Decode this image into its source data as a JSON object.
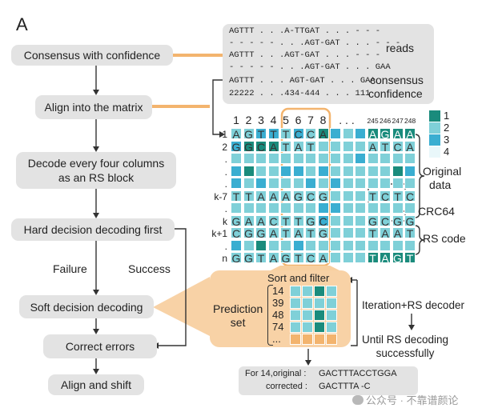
{
  "panel_label": "A",
  "steps": {
    "consensus": "Consensus with confidence",
    "align": "Align into the matrix",
    "decode_line1": "Decode every four columns",
    "decode_line2": "as an RS block",
    "hard": "Hard decision decoding first",
    "soft": "Soft decision decoding",
    "correct": "Correct errors",
    "shift": "Align and shift"
  },
  "branch": {
    "failure": "Failure",
    "success": "Success"
  },
  "reads_box": {
    "reads": [
      "AGTTT . . .A-TTGAT . . . - - -",
      "- - - - - . . .AGT-GAT . . . - - -",
      "AGTTT . . .AGT-GAT . . . - - -",
      "- - - - - . . .AGT-GAT . . . GAA"
    ],
    "reads_label": "reads",
    "consensus_seq": "AGTTT . . . AGT-GAT . . . GAA",
    "consensus_label": "consensus",
    "confidence_seq": "22222 . . .434-444 . . . 111",
    "confidence_label": "confidence"
  },
  "matrix": {
    "col_numbers": [
      "1",
      "2",
      "3",
      "4",
      "5",
      "6",
      "7",
      "8"
    ],
    "col_dots": ". . .",
    "col_numbers_right": [
      "245",
      "246",
      "247",
      "248"
    ],
    "row_labels": [
      "1",
      "2",
      ".",
      ".",
      ".",
      "k-7",
      ".",
      "k",
      "k+1",
      ".",
      "n"
    ],
    "rows": [
      {
        "left": "AGTTTCCA",
        "right": "AGAA",
        "left_levels": [
          2,
          2,
          3,
          3,
          2,
          3,
          2,
          1
        ],
        "right_levels": [
          1,
          1,
          1,
          1
        ]
      },
      {
        "left": "GGCATAT",
        "right": "ATCA",
        "left_levels": [
          3,
          1,
          1,
          1,
          2,
          2,
          2,
          2
        ],
        "right_levels": [
          2,
          2,
          2,
          2
        ]
      },
      {
        "left": "",
        "right": "",
        "left_levels": [
          2,
          2,
          2,
          2,
          2,
          2,
          2,
          2
        ],
        "right_levels": [
          2,
          2,
          2,
          2
        ]
      },
      {
        "left": "",
        "right": "",
        "left_levels": [
          3,
          1,
          2,
          2,
          3,
          3,
          2,
          3
        ],
        "right_levels": [
          2,
          2,
          1,
          3
        ]
      },
      {
        "left": "",
        "right": "",
        "left_levels": [
          3,
          2,
          3,
          2,
          2,
          2,
          3,
          2
        ],
        "right_levels": [
          2,
          2,
          2,
          2
        ]
      },
      {
        "left": "TTAAAGCG",
        "right": "TCTC",
        "left_levels": [
          2,
          2,
          2,
          2,
          2,
          2,
          2,
          2
        ],
        "right_levels": [
          2,
          2,
          2,
          2
        ]
      },
      {
        "left": "",
        "right": "",
        "left_levels": [
          2,
          2,
          2,
          2,
          2,
          2,
          2,
          3
        ],
        "right_levels": [
          2,
          2,
          2,
          2
        ]
      },
      {
        "left": "GAACTTGC",
        "right": "GCGG",
        "left_levels": [
          2,
          2,
          2,
          2,
          2,
          2,
          2,
          3
        ],
        "right_levels": [
          2,
          2,
          2,
          2
        ]
      },
      {
        "left": "CGGATATG",
        "right": "TAAT",
        "left_levels": [
          2,
          2,
          2,
          2,
          2,
          2,
          2,
          2
        ],
        "right_levels": [
          2,
          2,
          2,
          2
        ]
      },
      {
        "left": "",
        "right": "",
        "left_levels": [
          3,
          2,
          1,
          2,
          2,
          3,
          2,
          2
        ],
        "right_levels": [
          2,
          2,
          2,
          2
        ]
      },
      {
        "left": "GGTAGTCA",
        "right": "TAGT",
        "left_levels": [
          2,
          2,
          2,
          2,
          2,
          2,
          2,
          2
        ],
        "right_levels": [
          1,
          1,
          1,
          1
        ]
      }
    ],
    "mid_levels": [
      [
        3,
        2,
        3,
        3
      ],
      [
        2,
        2,
        2,
        2
      ],
      [
        2,
        2,
        3,
        2
      ],
      [
        2,
        2,
        2,
        2
      ],
      [
        3,
        2,
        2,
        2
      ],
      [
        2,
        2,
        2,
        2
      ],
      [
        3,
        2,
        2,
        2
      ],
      [
        2,
        2,
        2,
        2
      ],
      [
        2,
        2,
        2,
        2
      ],
      [
        2,
        2,
        2,
        2
      ],
      [
        2,
        2,
        2,
        2
      ]
    ]
  },
  "legend": {
    "levels": [
      "1",
      "2",
      "3",
      "4"
    ],
    "colors": [
      "#1a8b7c",
      "#7fd0d8",
      "#3aaed1",
      "#e9f7fa"
    ]
  },
  "brace_labels": {
    "original_line1": "Original",
    "original_line2": "data",
    "crc": "CRC64",
    "rs": "RS code"
  },
  "sort": {
    "title": "Sort and filter",
    "prediction_line1": "Prediction",
    "prediction_line2": "set",
    "ids": [
      "14",
      "39",
      "48",
      "74",
      "..."
    ],
    "iteration": "Iteration+RS decoder",
    "until_line1": "Until RS decoding",
    "until_line2": "successfully"
  },
  "result": {
    "line1_label": "For 14,original :",
    "line1_seq": "GACTTTACCTGGA",
    "line2_label": "corrected :",
    "line2_seq": "GACTTTA -C"
  },
  "watermark": "公众号 · 不靠谱颜论",
  "colors": {
    "orange": "#f3b46e",
    "gray": "#e3e3e3",
    "dark_teal": "#1a8b7c"
  }
}
